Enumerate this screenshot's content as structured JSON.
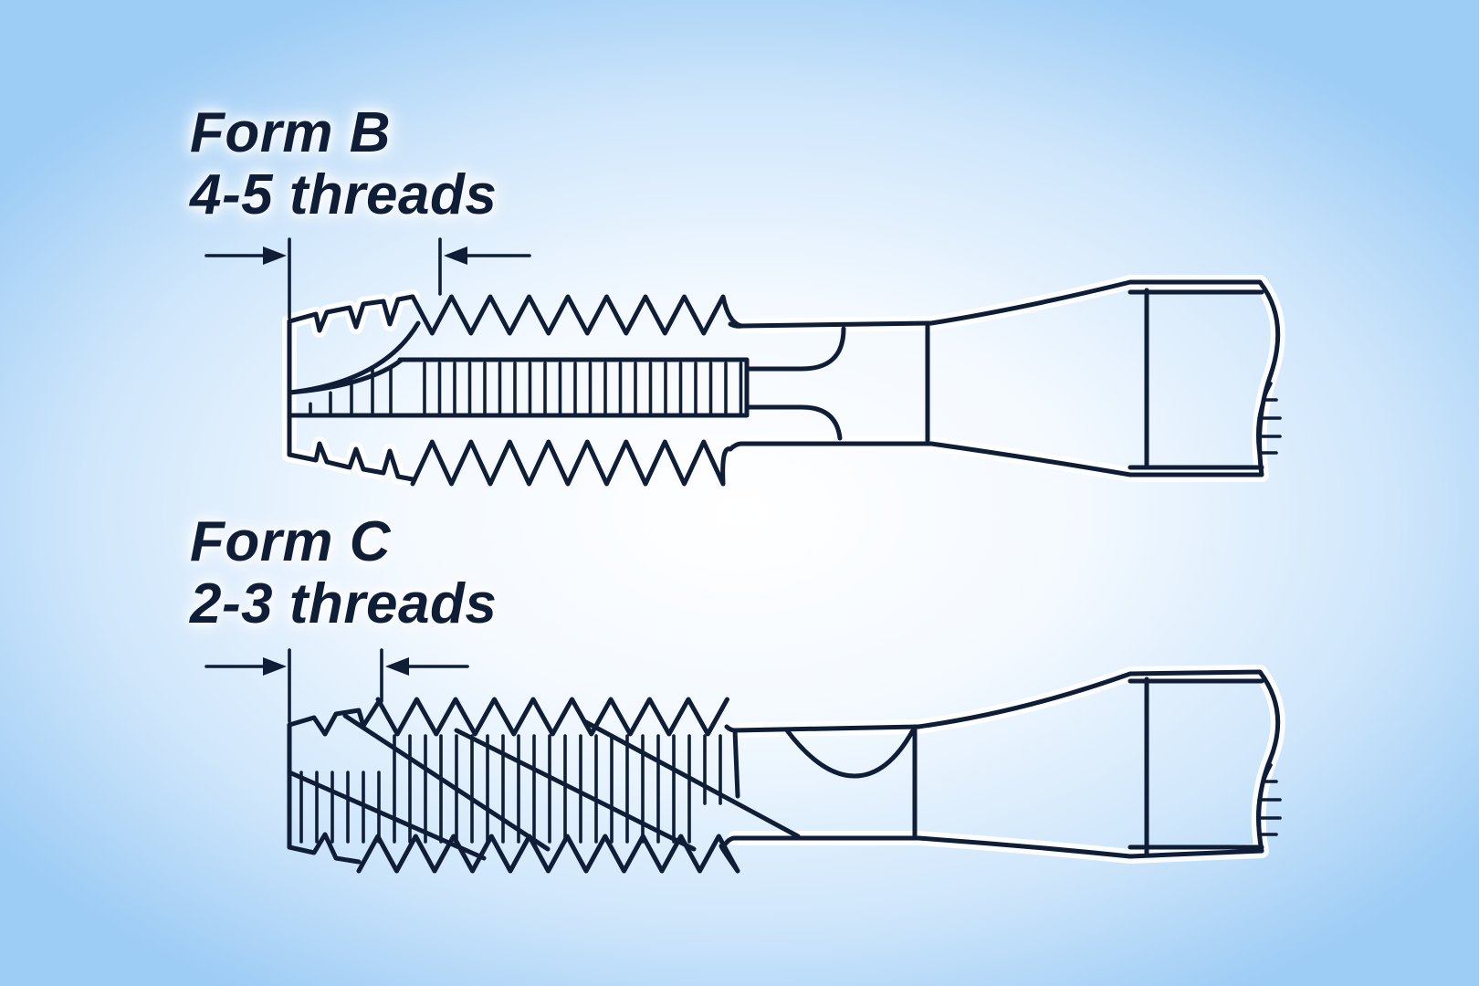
{
  "forms": [
    {
      "id": "form-b",
      "title": "Form B",
      "threads": "4-5 threads"
    },
    {
      "id": "form-c",
      "title": "Form C",
      "threads": "2-3 threads"
    }
  ],
  "colors": {
    "ink": "#0f1d36",
    "background_center": "#ffffff",
    "background_edge": "#9dccf5"
  }
}
